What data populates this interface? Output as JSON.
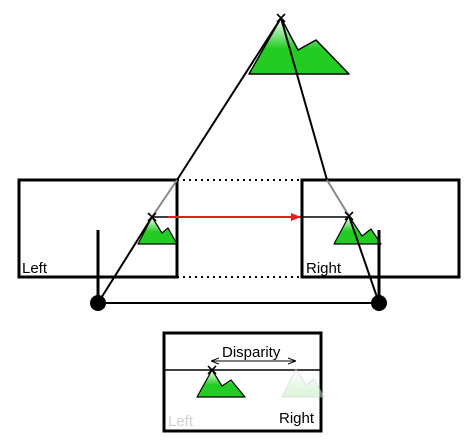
{
  "labels": {
    "left_camera": "Left",
    "right_camera": "Right",
    "inset_left": "Left",
    "inset_right": "Right",
    "disparity": "Disparity"
  },
  "colors": {
    "mountain_fill": "#22cc22",
    "disparity_arrow": "#e02020",
    "outline": "#000000",
    "faded_label": "#d0d0d0"
  },
  "icons": {
    "mountain": "mountain-icon",
    "point_marker": "x-mark-icon",
    "camera_center": "filled-circle-icon"
  }
}
